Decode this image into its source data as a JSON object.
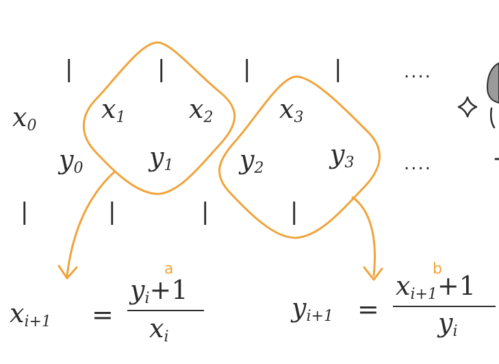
{
  "ticks": [
    "|",
    "|",
    "|",
    "|",
    "|",
    "|",
    "|",
    "|",
    "|"
  ],
  "ellipses": [
    "....",
    "...."
  ],
  "nodes": {
    "x0": {
      "v": "x",
      "s": "0"
    },
    "x1": {
      "v": "x",
      "s": "1"
    },
    "x2": {
      "v": "x",
      "s": "2"
    },
    "x3": {
      "v": "x",
      "s": "3"
    },
    "y0": {
      "v": "y",
      "s": "0"
    },
    "y1": {
      "v": "y",
      "s": "1"
    },
    "y2": {
      "v": "y",
      "s": "2"
    },
    "y3": {
      "v": "y",
      "s": "3"
    }
  },
  "formula_a": {
    "tag": "a",
    "lhs": "x",
    "lhs_sub": "i+1",
    "eq": "=",
    "num": "y",
    "num_sub": "i",
    "num_rest": "+1",
    "den": "x",
    "den_sub": "i"
  },
  "formula_b": {
    "tag": "b",
    "lhs": "y",
    "lhs_sub": "i+1",
    "eq": "=",
    "num": "x",
    "num_sub": "i+1",
    "num_rest": "+1",
    "den": "y",
    "den_sub": "i"
  },
  "colors": {
    "ink": "#2c2c2c",
    "accent": "#f0a33a"
  },
  "icons": [
    "sparkle-icon",
    "partial-figure"
  ]
}
